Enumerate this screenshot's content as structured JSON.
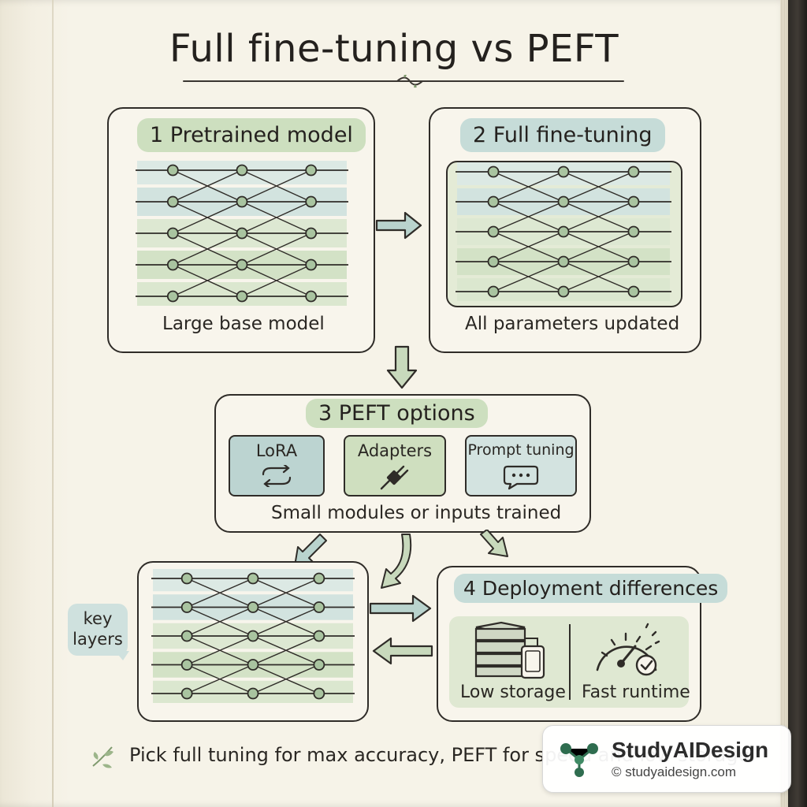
{
  "title": "Full fine-tuning vs PEFT",
  "panels": {
    "pretrained": {
      "header": "1 Pretrained model",
      "caption": "Large base model"
    },
    "full": {
      "header": "2 Full fine-tuning",
      "caption": "All parameters updated"
    },
    "peft": {
      "header": "3 PEFT options",
      "caption": "Small modules or inputs trained",
      "options": [
        {
          "label": "LoRA",
          "icon": "loop-arrow-icon"
        },
        {
          "label": "Adapters",
          "icon": "plug-icon"
        },
        {
          "label": "Prompt tuning",
          "icon": "speech-bubble-icon"
        }
      ]
    },
    "frozen": {
      "note": "key layers"
    },
    "deploy": {
      "header": "4 Deployment differences",
      "items": [
        {
          "label": "Low storage",
          "icon": "server-storage-icon"
        },
        {
          "label": "Fast runtime",
          "icon": "speedometer-check-icon"
        }
      ]
    }
  },
  "footer": {
    "note": "Pick full tuning for max accuracy, PEFT for speed and low storage."
  },
  "badge": {
    "name": "StudyAIDesign",
    "url": "© studyaidesign.com"
  },
  "colors": {
    "sage_green": "#cddfbf",
    "teal_blue": "#c6dcd8",
    "ink": "#2f2c28",
    "paper": "#f6f3e8"
  }
}
